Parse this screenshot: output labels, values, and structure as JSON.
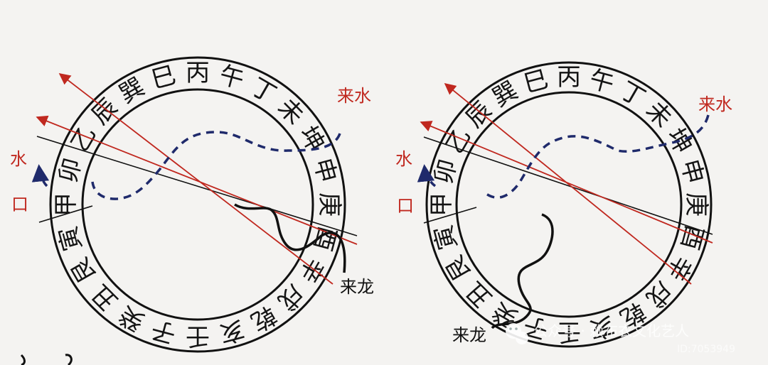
{
  "diagrams": [
    {
      "ring_text": "甲卯乙辰巽巳丙午丁未坤申庚酉辛戌乾亥壬子癸丑艮寅",
      "labels": {
        "water_in": "来水",
        "water": "水",
        "outlet": "口",
        "dragon": "来龙"
      }
    },
    {
      "ring_text": "甲卯乙辰巽巳丙午丁未坤申庚酉辛戌乾亥壬子癸丑艮寅",
      "labels": {
        "water_in": "来水",
        "water": "水",
        "outlet": "口",
        "dragon": "来龙"
      }
    }
  ],
  "watermark": {
    "text": "公众号 · 赖布衣文化艺人",
    "id": "ID:7053949"
  },
  "colors": {
    "ink": "#111111",
    "red": "#c0281f",
    "water_path": "#1f2a6b",
    "paper": "#f4f3f1"
  }
}
